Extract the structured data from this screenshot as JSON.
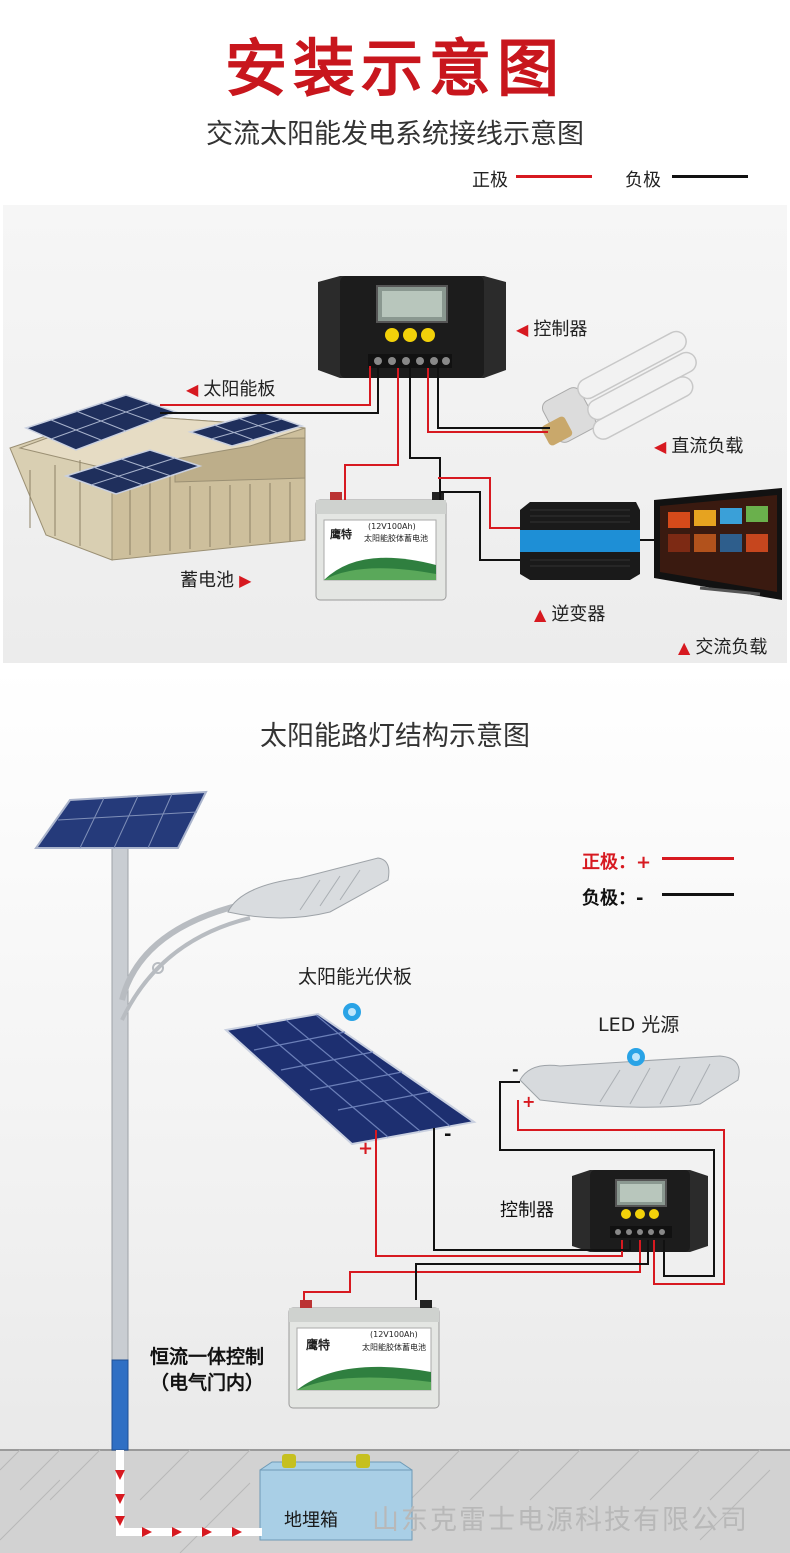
{
  "title": "安装示意图",
  "section1": {
    "subtitle": "交流太阳能发电系统接线示意图",
    "legend": {
      "positive": "正极",
      "negative": "负极"
    },
    "labels": {
      "controller": "控制器",
      "solar_panel": "太阳能板",
      "dc_load": "直流负载",
      "battery": "蓄电池",
      "inverter": "逆变器",
      "ac_load": "交流负载"
    }
  },
  "section2": {
    "subtitle": "太阳能路灯结构示意图",
    "legend": {
      "positive": "正极：+",
      "negative": "负极：-"
    },
    "labels": {
      "pv_panel": "太阳能光伏板",
      "led": "LED 光源",
      "controller": "控制器",
      "integrated_line1": "恒流一体控制",
      "integrated_line2": "（电气门内）",
      "box": "地埋箱",
      "plus1": "+",
      "minus1": "-",
      "plus2": "+",
      "minus2": "-"
    }
  },
  "battery_text": {
    "brand": "鹰特",
    "spec": "(12V100Ah)",
    "name": "太阳能胶体蓄电池"
  },
  "watermark": "山东克雷士电源科技有限公司",
  "colors": {
    "positive": "#d71920",
    "negative": "#111111",
    "title": "#c8161d"
  }
}
